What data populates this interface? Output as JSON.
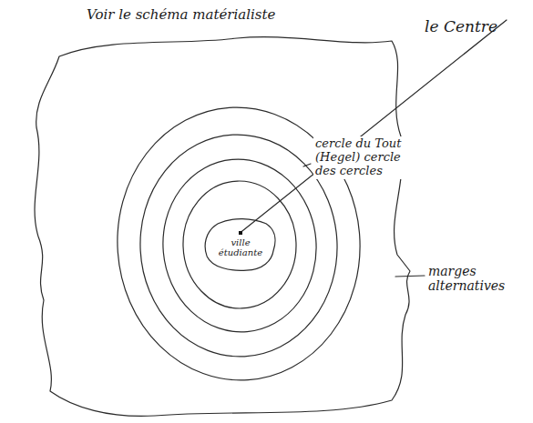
{
  "diagram": {
    "title": "Voir le schéma matérialiste",
    "nodes": [
      {
        "text": [
          "ville étudiante"
        ]
      }
    ],
    "labels": [
      "le Centre",
      "cercle du Tout (Hegel) cercle des cercles",
      "marges alternatives"
    ]
  }
}
